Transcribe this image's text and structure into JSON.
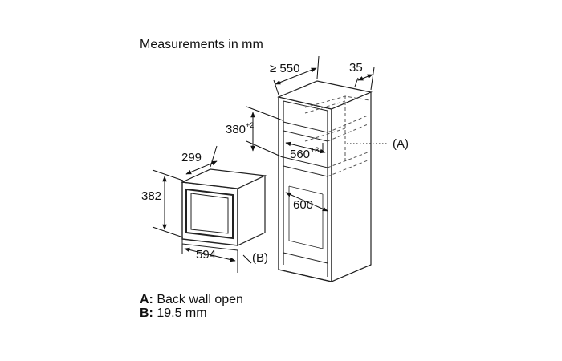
{
  "title": "Measurements in mm",
  "dimensions": {
    "depth_min": "≥ 550",
    "back_gap": "35",
    "niche_height": "380",
    "niche_height_tol": "+2",
    "niche_width": "560",
    "niche_width_tol": "+8",
    "cabinet_depth": "600",
    "appliance_depth": "299",
    "appliance_height": "382",
    "appliance_width": "594"
  },
  "callouts": {
    "a": "(A)",
    "b": "(B)"
  },
  "legend": [
    {
      "key": "A:",
      "text": " Back wall open"
    },
    {
      "key": "B:",
      "text": " 19.5 mm"
    }
  ]
}
